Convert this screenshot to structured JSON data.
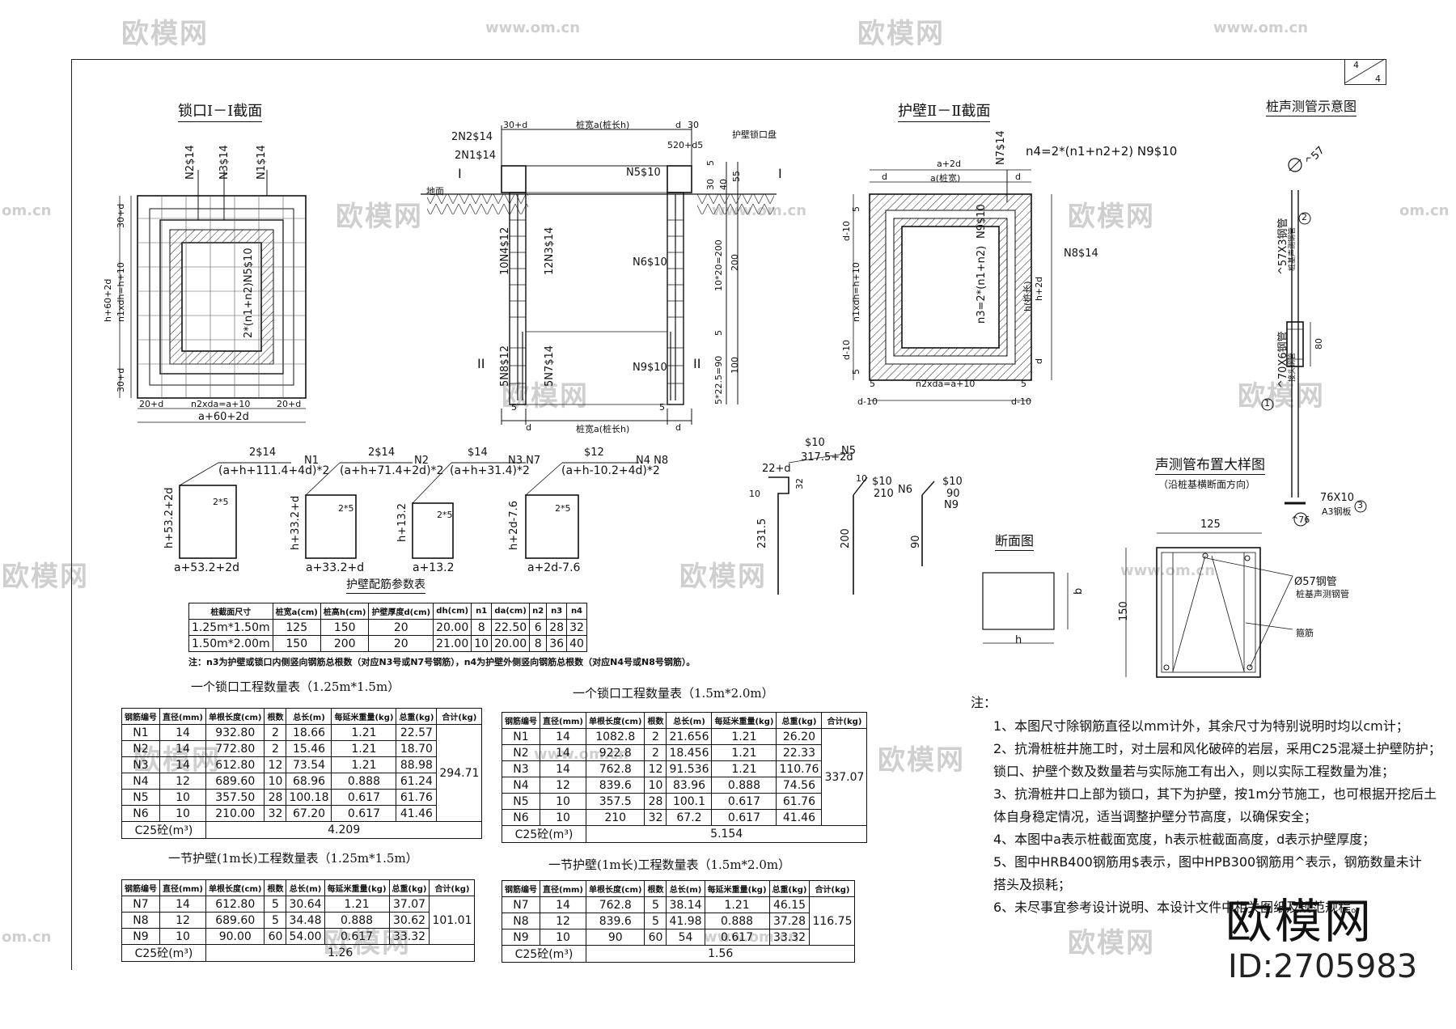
{
  "watermarks": {
    "brand": "欧模网",
    "url": "www.om.cn",
    "url_short": "om.cn"
  },
  "sheet": {
    "index": "4",
    "total": "4"
  },
  "titles": {
    "lock_section": "锁口Ⅰ－Ⅰ截面",
    "wall_section": "护壁Ⅱ－Ⅱ截面",
    "sonic_pipe": "桩声测管示意图",
    "sonic_layout": "声测管布置大样图",
    "sonic_layout_sub": "（沿桩基横断面方向）",
    "cross_section": "断面图",
    "param_table": "护壁配筋参数表"
  },
  "lock_section": {
    "bars_top": [
      "N2$14",
      "N3$14",
      "N1$14"
    ],
    "dims_left": [
      "30+d",
      "h+60+2d",
      "n1xdh=h+10",
      "30+d"
    ],
    "inner": "2*(n1+n2)N5$10",
    "dims_bottom": [
      "20+d",
      "n2xda=a+10",
      "20+d",
      "a+60+2d"
    ]
  },
  "elevation": {
    "top": [
      "2N2$14",
      "30+d",
      "桩宽a(桩长h)",
      "d",
      "30",
      "520+d5",
      "护壁锁口盘"
    ],
    "left": [
      "I",
      "2N1$14",
      "地面",
      "10N4$12",
      "12N3$14",
      "II",
      "5N8$12",
      "5N7$14"
    ],
    "right": [
      "N5$10",
      "I",
      "5",
      "30",
      "40",
      "55",
      "N6$10",
      "10*20=200",
      "200",
      "II",
      "N9$10",
      "5*22.5=90",
      "100",
      "5"
    ],
    "bottom": [
      "5",
      "d",
      "桩宽a(桩长h)",
      "5",
      "d"
    ]
  },
  "wall_section": {
    "top": [
      "a+2d",
      "d",
      "a(桩宽)",
      "d",
      "N7$14",
      "n4=2*(n1+n2+2) N9$10"
    ],
    "left": [
      "d-10",
      "5",
      "n1xdh=h+10",
      "d-10",
      "5"
    ],
    "right": [
      "N9$10",
      "N8$14",
      "n3=2*(n1+n2)",
      "h(桩长)",
      "h+2d",
      "d"
    ],
    "bottom": [
      "5",
      "n2xda=a+10",
      "5",
      "d-10",
      "d-10"
    ]
  },
  "bar_shapes": [
    {
      "top": "2$14",
      "tag": "N1",
      "formula": "(a+h+111.4+4d)*2",
      "side": "h+53.2+2d",
      "base": "a+53.2+2d",
      "corner": "2*5"
    },
    {
      "top": "2$14",
      "tag": "N2",
      "formula": "(a+h+71.4+2d)*2",
      "side": "h+33.2+d",
      "base": "a+33.2+d",
      "corner": "2*5"
    },
    {
      "top": "$14",
      "tag": "N3 N7",
      "formula": "(a+h+31.4)*2",
      "side": "h+13.2",
      "base": "a+13.2",
      "corner": "2*5"
    },
    {
      "top": "$12",
      "tag": "N4 N8",
      "formula": "(a+h-10.2+4d)*2",
      "side": "h+2d-7.6",
      "base": "a+2d-7.6",
      "corner": "2*5"
    }
  ],
  "small_bars": {
    "n5": {
      "bar": "$10",
      "tag": "N5",
      "len": "317.5+2d",
      "a": "22+d",
      "b": "32",
      "c": "10",
      "d": "231.5"
    },
    "n6": {
      "bar": "$10",
      "tag": "N6",
      "len": "210",
      "a": "10",
      "b": "200"
    },
    "n9": {
      "bar": "$10",
      "tag": "N9",
      "len": "90",
      "b": "90"
    }
  },
  "sonic_pipe": {
    "top_bar": "^57",
    "pipe_label": "^57X3钢管",
    "pipe_sub": "桩基声测钢管",
    "num2": "2",
    "sleeve": "^70X6钢管",
    "sleeve_sub": "接头钢管",
    "sleeve_len": "80",
    "num1": "1",
    "bottom": "76X10",
    "bottom_plate": "A3钢板",
    "num3": "3",
    "bottom_dia": "^76"
  },
  "sonic_layout": {
    "w": "125",
    "h": "150",
    "pipe": "Ø57钢管",
    "pipe_sub": "桩基声测钢管",
    "rebar": "箍筋"
  },
  "cross_section": {
    "b": "b",
    "h": "h"
  },
  "param_table": {
    "headers": [
      "桩截面尺寸",
      "桩宽a(cm)",
      "桩高h(cm)",
      "护壁厚度d(cm)",
      "dh(cm)",
      "n1",
      "da(cm)",
      "n2",
      "n3",
      "n4"
    ],
    "rows": [
      [
        "1.25m*1.50m",
        "125",
        "150",
        "20",
        "20.00",
        "8",
        "22.50",
        "6",
        "28",
        "32"
      ],
      [
        "1.50m*2.00m",
        "150",
        "200",
        "20",
        "21.00",
        "10",
        "20.00",
        "8",
        "36",
        "40"
      ]
    ],
    "note": "注：n3为护壁或锁口内侧竖向钢筋总根数（对应N3号或N7号钢筋），n4为护壁外侧竖向钢筋总根数（对应N4号或N8号钢筋）。"
  },
  "qty_headers": [
    "钢筋编号",
    "直径(mm)",
    "单根长度(cm)",
    "根数",
    "总长(m)",
    "每延米重量(kg)",
    "总重(kg)",
    "合计(kg)"
  ],
  "lock_125": {
    "title": "一个锁口工程数量表（1.25m*1.5m）",
    "rows": [
      [
        "N1",
        "14",
        "932.80",
        "2",
        "18.66",
        "1.21",
        "22.57"
      ],
      [
        "N2",
        "14",
        "772.80",
        "2",
        "15.46",
        "1.21",
        "18.70"
      ],
      [
        "N3",
        "14",
        "612.80",
        "12",
        "73.54",
        "1.21",
        "88.98"
      ],
      [
        "N4",
        "12",
        "689.60",
        "10",
        "68.96",
        "0.888",
        "61.24"
      ],
      [
        "N5",
        "10",
        "357.50",
        "28",
        "100.18",
        "0.617",
        "61.76"
      ],
      [
        "N6",
        "10",
        "210.00",
        "32",
        "67.20",
        "0.617",
        "41.46"
      ]
    ],
    "total": "294.71",
    "c25_label": "C25砼(m³)",
    "c25": "4.209"
  },
  "lock_150": {
    "title": "一个锁口工程数量表（1.5m*2.0m）",
    "rows": [
      [
        "N1",
        "14",
        "1082.8",
        "2",
        "21.656",
        "1.21",
        "26.20"
      ],
      [
        "N2",
        "14",
        "922.8",
        "2",
        "18.456",
        "1.21",
        "22.33"
      ],
      [
        "N3",
        "14",
        "762.8",
        "12",
        "91.536",
        "1.21",
        "110.76"
      ],
      [
        "N4",
        "12",
        "839.6",
        "10",
        "83.96",
        "0.888",
        "74.56"
      ],
      [
        "N5",
        "10",
        "357.5",
        "28",
        "100.1",
        "0.617",
        "61.76"
      ],
      [
        "N6",
        "10",
        "210",
        "32",
        "67.2",
        "0.617",
        "41.46"
      ]
    ],
    "total": "337.07",
    "c25_label": "C25砼(m³)",
    "c25": "5.154"
  },
  "wall_125": {
    "title": "一节护壁(1m长)工程数量表（1.25m*1.5m）",
    "rows": [
      [
        "N7",
        "14",
        "612.80",
        "5",
        "30.64",
        "1.21",
        "37.07"
      ],
      [
        "N8",
        "12",
        "689.60",
        "5",
        "34.48",
        "0.888",
        "30.62"
      ],
      [
        "N9",
        "10",
        "90.00",
        "60",
        "54.00",
        "0.617",
        "33.32"
      ]
    ],
    "total": "101.01",
    "c25_label": "C25砼(m³)",
    "c25": "1.26"
  },
  "wall_150": {
    "title": "一节护壁(1m长)工程数量表（1.5m*2.0m）",
    "rows": [
      [
        "N7",
        "14",
        "762.8",
        "5",
        "38.14",
        "1.21",
        "46.15"
      ],
      [
        "N8",
        "12",
        "839.6",
        "5",
        "41.98",
        "0.888",
        "37.28"
      ],
      [
        "N9",
        "10",
        "90",
        "60",
        "54",
        "0.617",
        "33.32"
      ]
    ],
    "total": "116.75",
    "c25_label": "C25砼(m³)",
    "c25": "1.56"
  },
  "notes": {
    "head": "注：",
    "items": [
      "1、本图尺寸除钢筋直径以mm计外，其余尺寸为特别说明时均以cm计；",
      "2、抗滑桩桩井施工时，对土层和风化破碎的岩层，采用C25混凝土护壁防护；",
      "   锁口、护壁个数及数量若与实际施工有出入，则以实际工程数量为准；",
      "3、抗滑桩井口上部为锁口，其下为护壁，按1m分节施工，也可根据开挖后土",
      "   体自身稳定情况，适当调整护壁分节高度，以确保安全；",
      "4、本图中a表示桩截面宽度，h表示桩截面高度，d表示护壁厚度；",
      "5、图中HRB400钢筋用$表示，图中HPB300钢筋用^表示，钢筋数量未计",
      "   搭头及损耗；",
      "6、未尽事宜参考设计说明、本设计文件中相关图纸及规范规程。"
    ]
  },
  "brand": {
    "name": "欧模网",
    "id": "ID:2705983"
  }
}
